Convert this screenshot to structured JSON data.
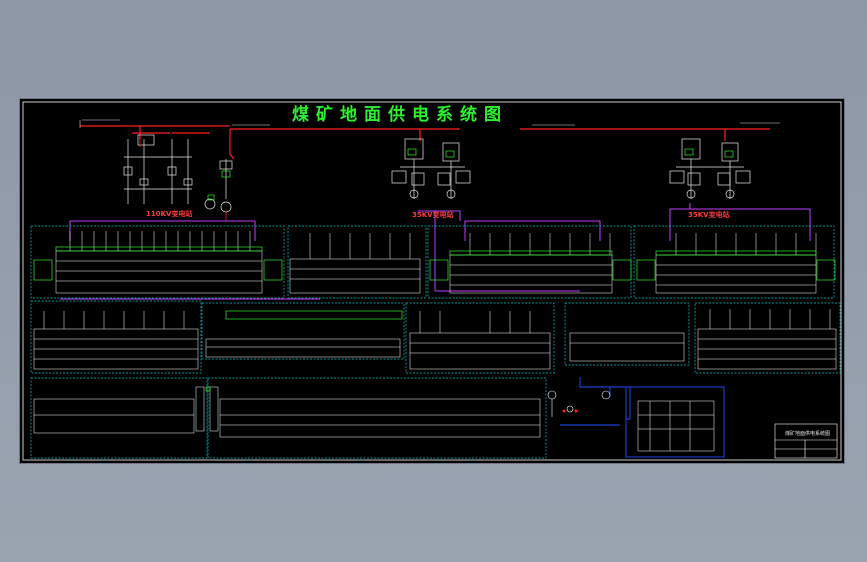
{
  "diagram": {
    "title": "煤矿地面供电系统图",
    "stations": [
      {
        "label": "110KV变电站"
      },
      {
        "label": "35KV变电站"
      },
      {
        "label": "35KV变电站"
      }
    ],
    "title_block": {
      "label": "煤矿地面供电系统图"
    },
    "colors": {
      "background": "#000000",
      "title": "#2df02d",
      "busbar": "#ff2020",
      "feeder": "#c040ff",
      "frame": "#00c8c8",
      "panel": "#ffffff",
      "link": "#2050ff"
    }
  }
}
